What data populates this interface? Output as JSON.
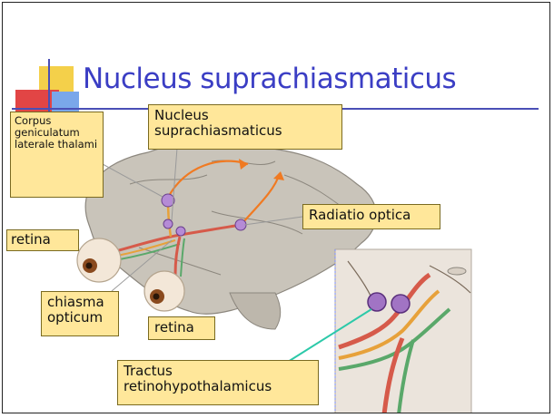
{
  "slide": {
    "title": "Nucleus suprachiasmaticus"
  },
  "labels": {
    "corpus": "Corpus geniculatum laterale thalami",
    "nucleus": "Nucleus suprachiasmaticus",
    "radiatio": "Radiatio optica",
    "retina_left": "retina",
    "chiasma": "chiasma opticum",
    "retina_bottom": "retina",
    "tractus": "Tractus retinohypothalamicus"
  },
  "colors": {
    "title": "#3b3ec4",
    "label_bg": "#ffe79a",
    "accent_red": "#e24545",
    "accent_yellow": "#f4d04a",
    "accent_blue": "#7aa7ea",
    "optic_arrow": "#f07a22",
    "pointer_line": "#2cc9a9"
  }
}
